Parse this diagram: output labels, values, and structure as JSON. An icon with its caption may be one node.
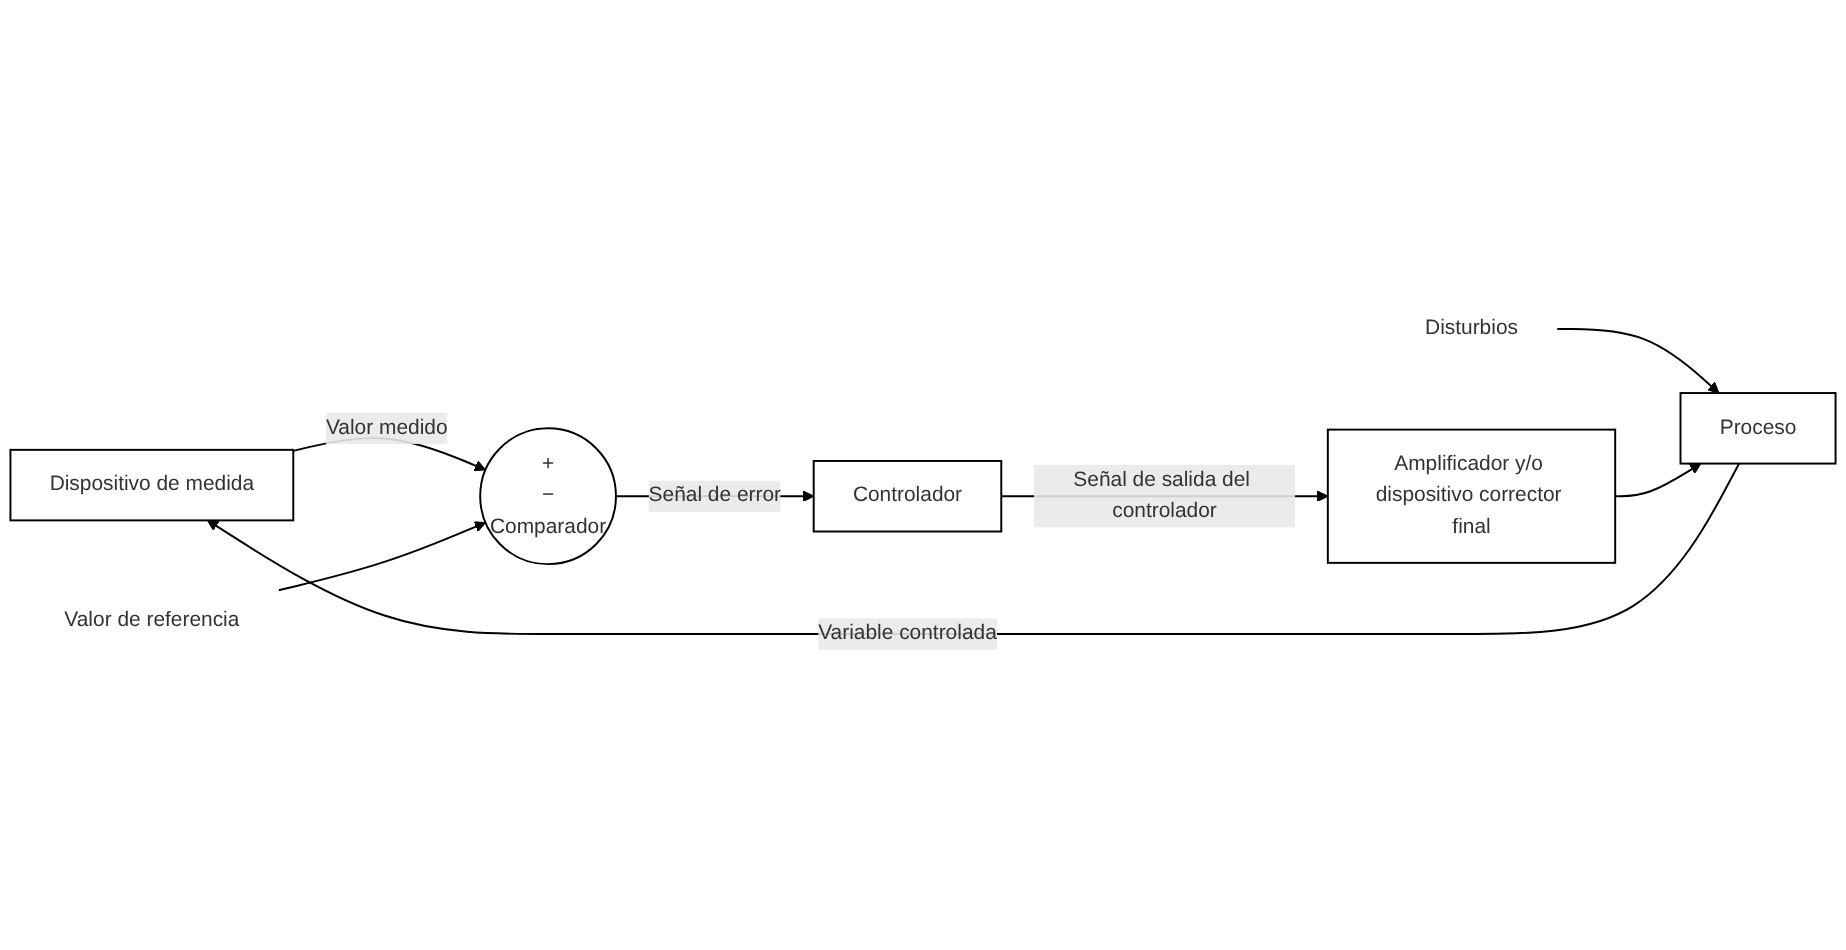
{
  "diagram": {
    "nodes": [
      {
        "text": [
          "Dispositivo de medida"
        ]
      },
      {
        "text": [
          "Proceso"
        ]
      },
      {
        "text": [
          "+",
          "−",
          "Comparador"
        ]
      },
      {
        "text": [
          "Controlador"
        ]
      },
      {
        "text": [
          "Amplificador y/o dispositivo corrector final"
        ]
      },
      {
        "text": [
          "Disturbios"
        ]
      },
      {
        "text": [
          "Valor de referencia"
        ]
      }
    ],
    "edges": [
      {
        "from": 5,
        "to": 1,
        "arrow": "to"
      },
      {
        "from": 1,
        "to": 0,
        "arrow": "to",
        "label": "Variable controlada"
      },
      {
        "from": 0,
        "to": 2,
        "arrow": "to",
        "label": "Valor medido"
      },
      {
        "from": 6,
        "to": 2,
        "arrow": "to"
      },
      {
        "from": 2,
        "to": 3,
        "arrow": "to",
        "label": "Señal de error"
      },
      {
        "from": 3,
        "to": 4,
        "arrow": "to",
        "label": "Señal de salida del controlador"
      },
      {
        "from": 4,
        "to": 1,
        "arrow": "to"
      }
    ]
  }
}
